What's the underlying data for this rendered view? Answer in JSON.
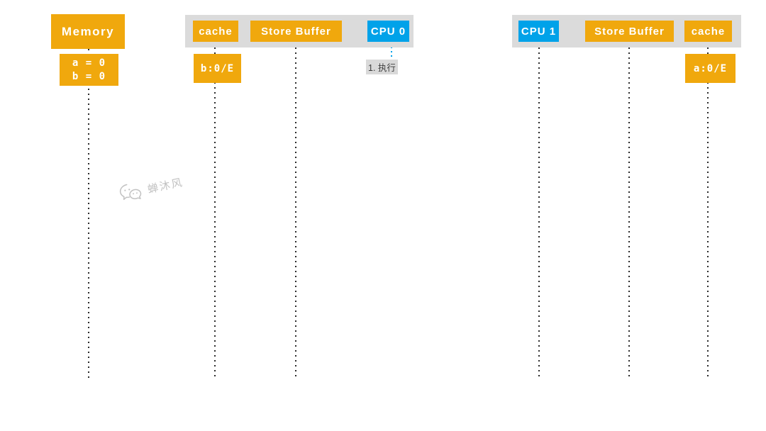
{
  "colors": {
    "orange": "#F0A80D",
    "blue": "#00A2E9",
    "bar_gray": "#DBDBDB",
    "line_dark": "#2B2B2B",
    "label_bg": "#D9D9D9",
    "label_text": "#3C3C3C",
    "watermark": "#C2C2C2"
  },
  "memory_column": {
    "title": "Memory",
    "state_lines": [
      "a = 0",
      "b = 0"
    ]
  },
  "cpu0_panel": {
    "cache_label": "cache",
    "store_buffer_label": "Store Buffer",
    "cpu_label": "CPU 0",
    "cache_state": "b:0/E",
    "annotation": "1. 执行"
  },
  "cpu1_panel": {
    "cpu_label": "CPU 1",
    "store_buffer_label": "Store Buffer",
    "cache_label": "cache",
    "cache_state": "a:0/E"
  },
  "watermark": {
    "label": "蝉沐风"
  }
}
